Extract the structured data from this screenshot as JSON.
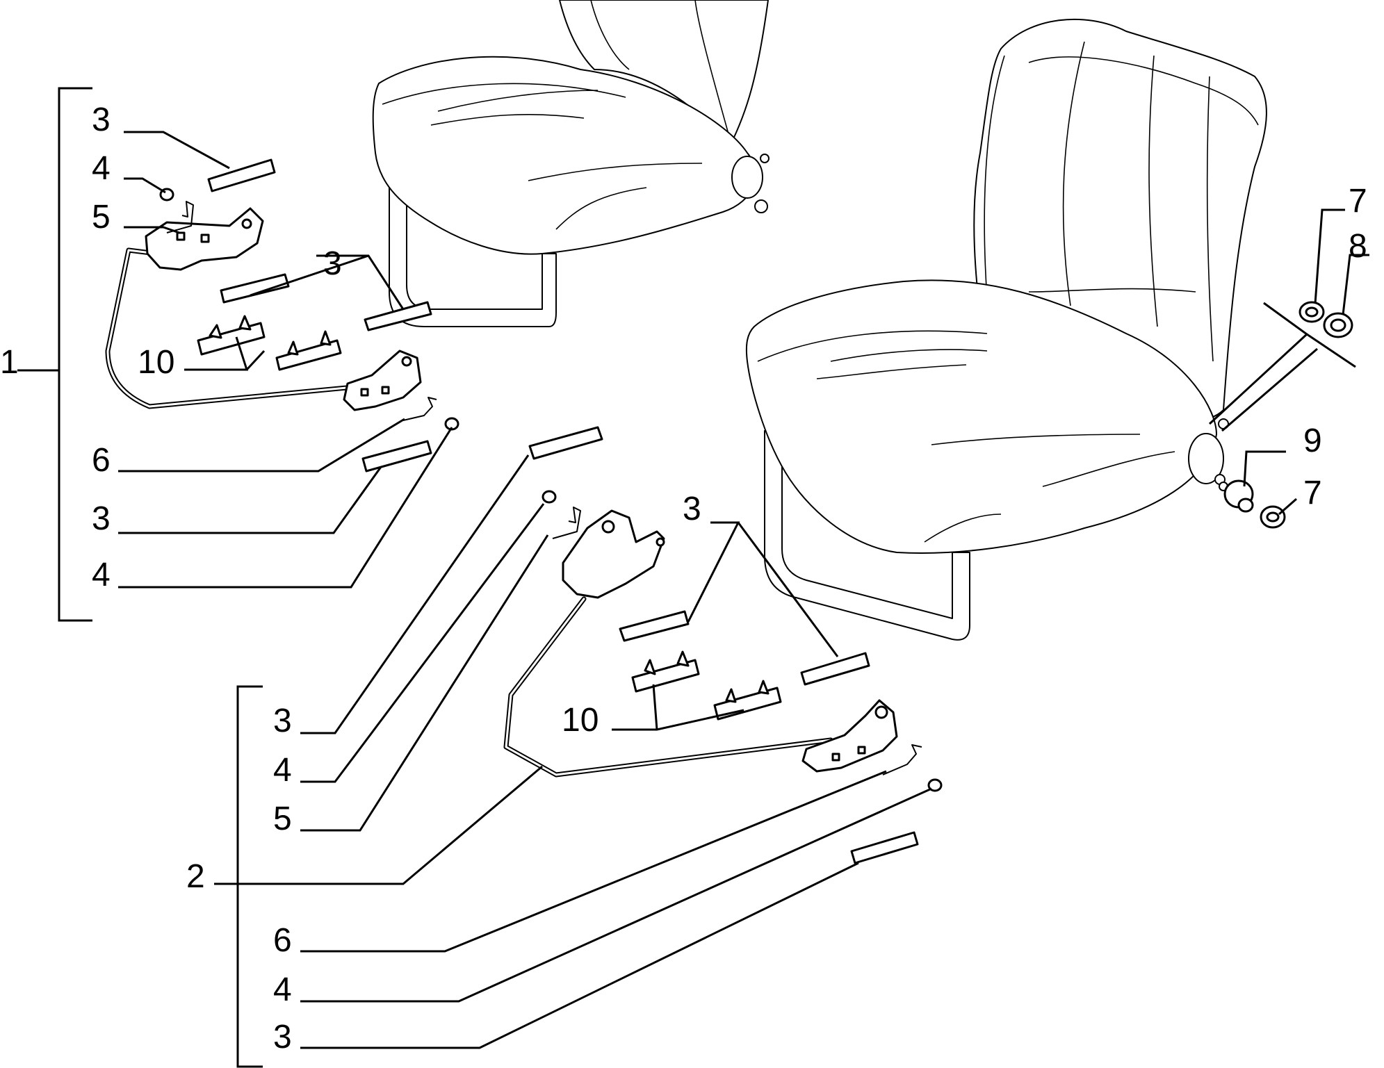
{
  "callouts": {
    "group1": {
      "assembly": "1",
      "pad_top": "3",
      "clip_top": "4",
      "spring_top": "5",
      "pad_right": "3",
      "guide": "10",
      "spring_bottom": "6",
      "pad_bottom": "3",
      "clip_bottom": "4"
    },
    "group2": {
      "assembly": "2",
      "pad_a": "3",
      "clip_a": "4",
      "spring_a": "5",
      "pad_right": "3",
      "guide": "10",
      "spring_b": "6",
      "clip_b": "4",
      "pad_b": "3"
    },
    "hinge": {
      "washer_top": "7",
      "bush_top": "8",
      "bush_bottom": "9",
      "washer_bottom": "7"
    }
  }
}
